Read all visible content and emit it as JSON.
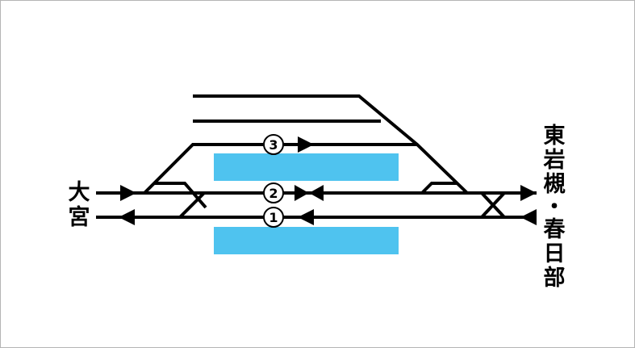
{
  "stations": {
    "left_line1": "大",
    "left_line2": "宮",
    "right_line1": "東",
    "right_line2": "岩",
    "right_line3": "槻",
    "right_line4": "・",
    "right_line5": "春",
    "right_line6": "日",
    "right_line7": "部"
  },
  "tracks": {
    "track_3": "3",
    "track_2": "2",
    "track_1": "1"
  },
  "colors": {
    "platform": "#4fc3ef",
    "line": "#000000"
  }
}
